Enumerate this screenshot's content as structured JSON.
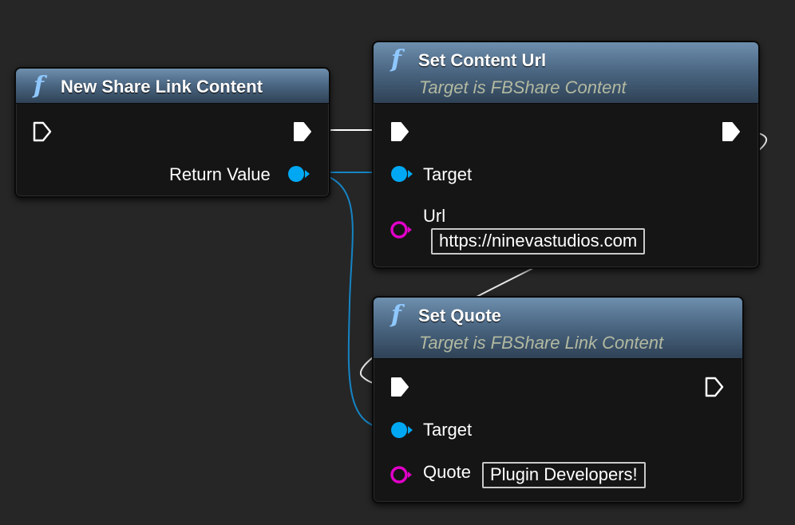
{
  "nodes": {
    "new_share_link_content": {
      "title": "New Share Link Content",
      "return_label": "Return Value"
    },
    "set_content_url": {
      "title": "Set Content Url",
      "subtitle": "Target is FBShare Content",
      "target_label": "Target",
      "url_label": "Url",
      "url_value": "https://ninevastudios.com"
    },
    "set_quote": {
      "title": "Set Quote",
      "subtitle": "Target is FBShare Link Content",
      "target_label": "Target",
      "quote_label": "Quote",
      "quote_value": "Plugin Developers!"
    }
  },
  "icons": {
    "function": "f",
    "exec_pin": "exec-arrow",
    "object_pin": "blue-dot",
    "string_pin": "magenta-ring"
  },
  "colors": {
    "background": "#262626",
    "node_body": "#151515",
    "header_top": "#6e8fae",
    "exec_wire": "#ffffff",
    "object_wire": "#0f8fd6",
    "object_pin": "#00a8f3",
    "string_pin": "#e000c8",
    "subtitle": "#b2b9a0"
  }
}
